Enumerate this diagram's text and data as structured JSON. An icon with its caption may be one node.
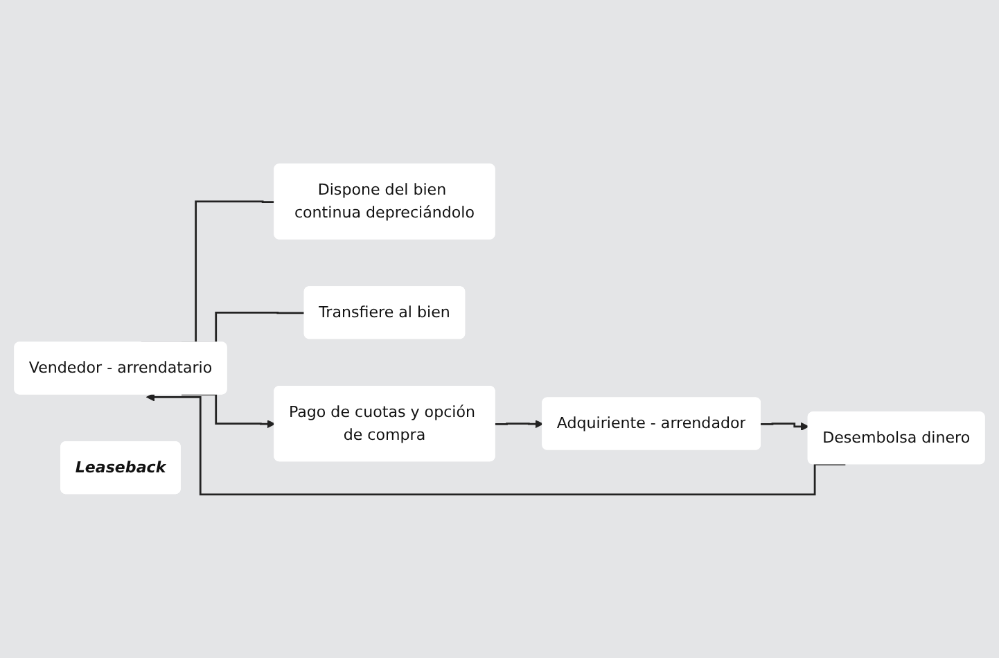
{
  "diagram": {
    "nodes": [
      {
        "text": [
          "Dispone del bien continua depreciándolo"
        ]
      },
      {
        "text": [
          "Transfiere al bien"
        ]
      },
      {
        "text": [
          "Vendedor - arrendatario"
        ]
      },
      {
        "text": [
          "Leaseback"
        ]
      },
      {
        "text": [
          "Adquiriente - arrendador"
        ]
      },
      {
        "text": [
          "Desembolsa dinero"
        ]
      },
      {
        "text": [
          "Pago de cuotas y opción de compra"
        ]
      }
    ],
    "edges": [
      {
        "from": 2,
        "to": 0,
        "arrow": "none"
      },
      {
        "from": 2,
        "to": 1,
        "arrow": "none"
      },
      {
        "from": 5,
        "to": 2,
        "arrow": "to"
      },
      {
        "from": 4,
        "to": 5,
        "arrow": "to"
      },
      {
        "from": 2,
        "to": 6,
        "arrow": "to"
      },
      {
        "from": 6,
        "to": 4,
        "arrow": "to"
      }
    ]
  }
}
